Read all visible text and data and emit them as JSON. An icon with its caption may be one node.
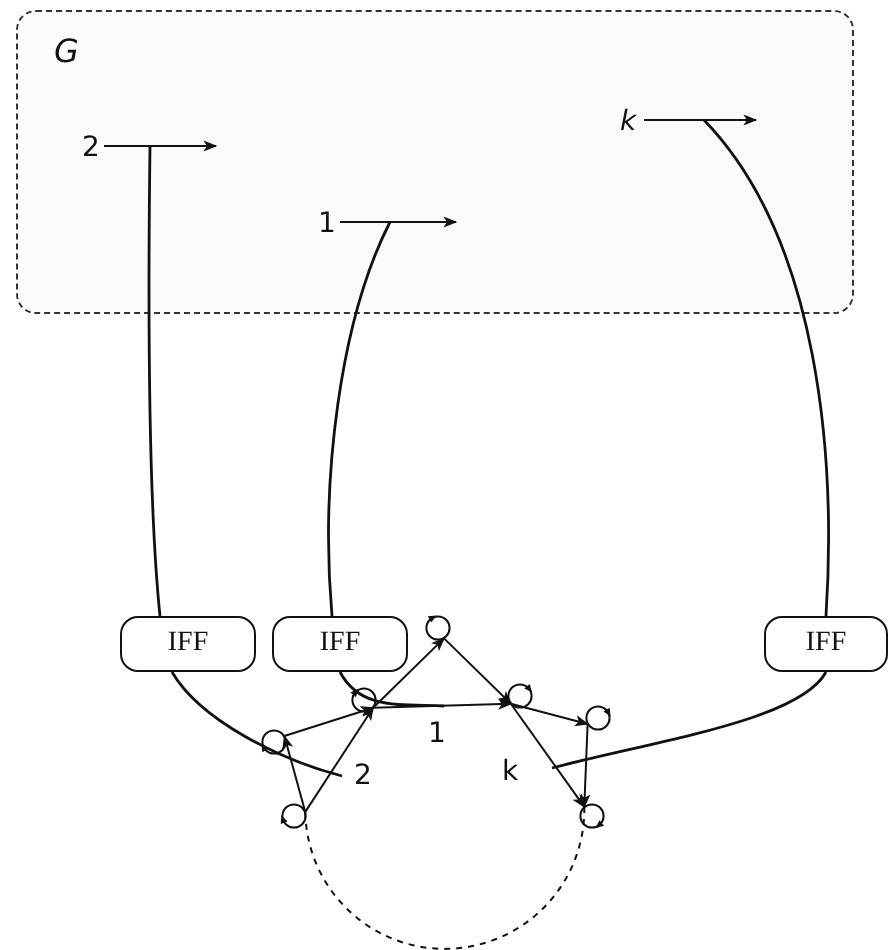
{
  "diagram": {
    "nodes": [
      {
        "text": [
          "G"
        ]
      },
      {
        "text": [
          "2"
        ],
        "in": 0
      },
      {
        "text": [
          "1"
        ],
        "in": 0
      },
      {
        "text": [
          "k"
        ],
        "in": 0
      },
      {
        "text": [
          "IFF"
        ]
      },
      {
        "text": [
          "IFF"
        ]
      },
      {
        "text": [
          "IFF"
        ]
      },
      {
        "text": [],
        "shape": "circle"
      },
      {
        "text": [],
        "shape": "circle"
      },
      {
        "text": [],
        "shape": "circle"
      },
      {
        "text": [],
        "shape": "circle"
      },
      {
        "text": [],
        "shape": "circle"
      },
      {
        "text": [],
        "shape": "circle"
      },
      {
        "text": [],
        "shape": "circle"
      }
    ],
    "edges": [
      {
        "from": 1,
        "to": null,
        "arrow": "to"
      },
      {
        "from": 2,
        "to": null,
        "arrow": "to"
      },
      {
        "from": 3,
        "to": null,
        "arrow": "to"
      },
      {
        "from": null,
        "to": 4,
        "arrow": "none"
      },
      {
        "from": 4,
        "to": null,
        "arrow": "none"
      },
      {
        "from": null,
        "to": 5,
        "arrow": "none"
      },
      {
        "from": 5,
        "to": null,
        "arrow": "none"
      },
      {
        "from": null,
        "to": 6,
        "arrow": "none"
      },
      {
        "from": 6,
        "to": null,
        "arrow": "none"
      },
      {
        "from": 8,
        "to": 7,
        "arrow": "to"
      },
      {
        "from": 7,
        "to": 9,
        "arrow": "to"
      },
      {
        "from": 8,
        "to": 9,
        "arrow": "to",
        "label": "2"
      },
      {
        "from": 9,
        "to": 10,
        "arrow": "to"
      },
      {
        "from": 9,
        "to": 11,
        "arrow": "to",
        "label": "1"
      },
      {
        "from": 10,
        "to": 11,
        "arrow": "to"
      },
      {
        "from": 11,
        "to": 12,
        "arrow": "to"
      },
      {
        "from": 11,
        "to": 13,
        "arrow": "to",
        "label": "k"
      },
      {
        "from": 12,
        "to": 13,
        "arrow": "to"
      },
      {
        "from": 8,
        "to": 13,
        "arrow": "none",
        "style": "dashed"
      }
    ]
  }
}
